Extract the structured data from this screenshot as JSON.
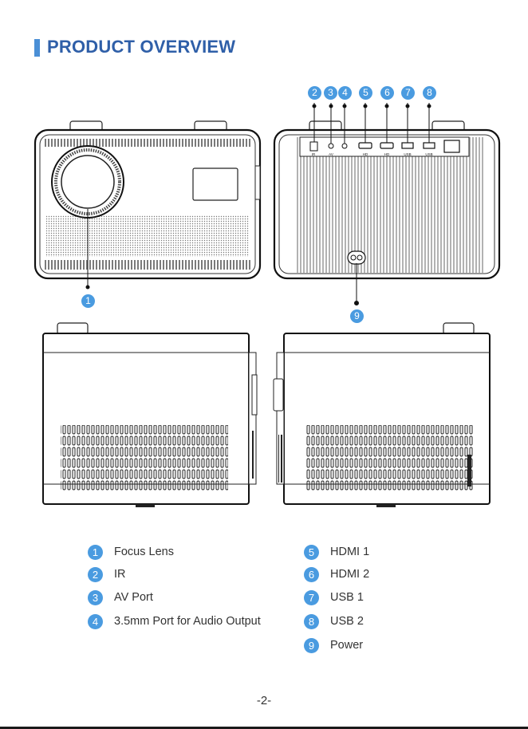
{
  "title": "PRODUCT OVERVIEW",
  "callouts": {
    "front": [
      "1"
    ],
    "rear_top": [
      "2",
      "3",
      "4",
      "5",
      "6",
      "7",
      "8"
    ],
    "rear_bottom": [
      "9"
    ]
  },
  "port_labels": {
    "ir": "IR",
    "av": "AV",
    "hdmi1": "HD",
    "hdmi2": "HD",
    "usb1": "USB",
    "usb2": "USB"
  },
  "legend": {
    "left": [
      {
        "num": "1",
        "label": "Focus Lens"
      },
      {
        "num": "2",
        "label": "IR"
      },
      {
        "num": "3",
        "label": "AV Port"
      },
      {
        "num": "4",
        "label": "3.5mm Port for Audio Output"
      }
    ],
    "right": [
      {
        "num": "5",
        "label": "HDMI 1"
      },
      {
        "num": "6",
        "label": "HDMI 2"
      },
      {
        "num": "7",
        "label": "USB 1"
      },
      {
        "num": "8",
        "label": "USB 2"
      },
      {
        "num": "9",
        "label": "Power"
      }
    ]
  },
  "page_number": "-2-",
  "colors": {
    "accent": "#4a9be0",
    "title": "#2f5fa8"
  }
}
